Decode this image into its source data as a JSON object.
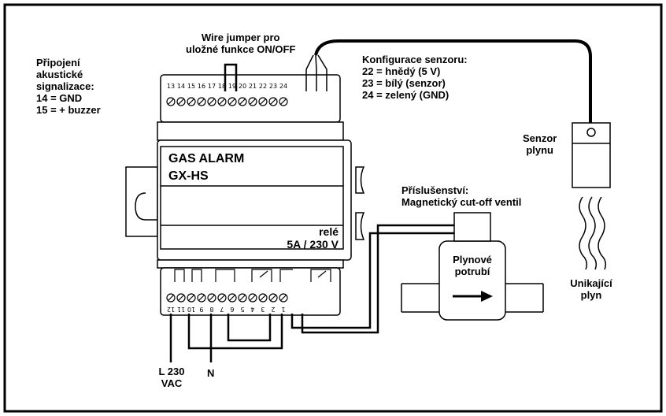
{
  "jumper": {
    "line1": "Wire jumper pro",
    "line2": "uložné funkce ON/OFF"
  },
  "acoustic": {
    "lines": [
      "Připojení",
      "akustické",
      "signalizace:",
      "14 = GND",
      "15 = + buzzer"
    ]
  },
  "sensor_config": {
    "lines": [
      "Konfigurace senzoru:",
      "22 = hnědý (5 V)",
      "23 = bílý (senzor)",
      "24 = zelený (GND)"
    ]
  },
  "sensor": {
    "line1": "Senzor",
    "line2": "plynu"
  },
  "device": {
    "title1": "GAS ALARM",
    "title2": "GX-HS",
    "relay1": "relé",
    "relay2": "5A / 230 V"
  },
  "accessory": {
    "line1": "Příslušenství:",
    "line2": "Magnetický cut-off ventil"
  },
  "pipe": {
    "line1": "Plynové",
    "line2": "potrubí"
  },
  "leak": {
    "line1": "Unikající",
    "line2": "plyn"
  },
  "power": {
    "l_line1": "L 230",
    "l_line2": "VAC",
    "n": "N"
  },
  "top_terminals": [
    "13",
    "14",
    "15",
    "16",
    "17",
    "18",
    "19",
    "20",
    "21",
    "22",
    "23",
    "24"
  ],
  "bottom_terminals": [
    "12",
    "11",
    "10",
    "9",
    "8",
    "7",
    "6",
    "5",
    "4",
    "3",
    "2",
    "1"
  ]
}
